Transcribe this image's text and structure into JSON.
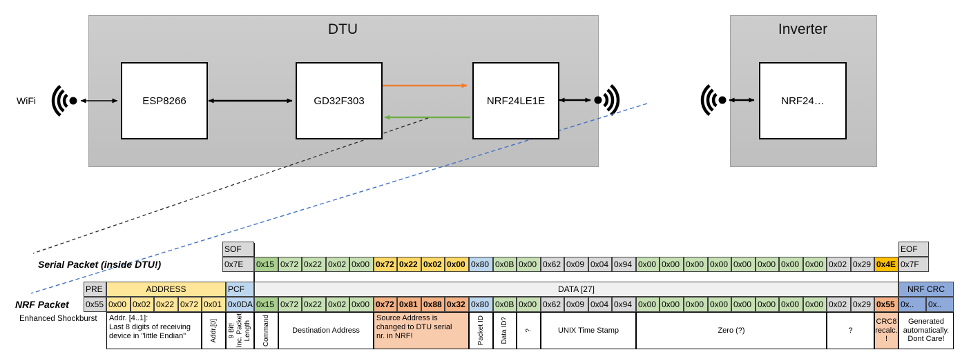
{
  "diagram": {
    "wifi_label": "WiFi",
    "dtu": {
      "title": "DTU",
      "components": [
        "ESP8266",
        "GD32F303",
        "NRF24LE1E"
      ]
    },
    "inverter": {
      "title": "Inverter",
      "component": "NRF24…"
    },
    "colors": {
      "orange_arrow": "#ED7D31",
      "green_arrow": "#70AD47",
      "blue_dashed": "#4472C4",
      "black_dashed": "#303030"
    }
  },
  "palette": {
    "gray": "#D9D9D9",
    "lightgray": "#F0F0F0",
    "yellow": "#FFE699",
    "gold": "#FFD966",
    "orange": "#FFC000",
    "blue": "#BDD7EE",
    "bluemed": "#8EAADB",
    "green": "#C6E0B4",
    "green2": "#A9D08E",
    "salmon": "#F4B183",
    "salmonlight": "#F8CBAD",
    "white": "#FFFFFF"
  },
  "serial_packet": {
    "label": "Serial Packet (inside DTU!)",
    "sof": {
      "header": "SOF",
      "value": "0x7E"
    },
    "eof": {
      "header": "EOF",
      "value": "0x7F"
    },
    "bytes": [
      {
        "v": "0x15",
        "c": "green2"
      },
      {
        "v": "0x72",
        "c": "green"
      },
      {
        "v": "0x22",
        "c": "green"
      },
      {
        "v": "0x02",
        "c": "green"
      },
      {
        "v": "0x00",
        "c": "green"
      },
      {
        "v": "0x72",
        "c": "gold",
        "b": true
      },
      {
        "v": "0x22",
        "c": "gold",
        "b": true
      },
      {
        "v": "0x02",
        "c": "gold",
        "b": true
      },
      {
        "v": "0x00",
        "c": "gold",
        "b": true
      },
      {
        "v": "0x80",
        "c": "blue"
      },
      {
        "v": "0x0B",
        "c": "green"
      },
      {
        "v": "0x00",
        "c": "green"
      },
      {
        "v": "0x62",
        "c": "gray"
      },
      {
        "v": "0x09",
        "c": "gray"
      },
      {
        "v": "0x04",
        "c": "gray"
      },
      {
        "v": "0x94",
        "c": "gray"
      },
      {
        "v": "0x00",
        "c": "green"
      },
      {
        "v": "0x00",
        "c": "green"
      },
      {
        "v": "0x00",
        "c": "green"
      },
      {
        "v": "0x00",
        "c": "green"
      },
      {
        "v": "0x00",
        "c": "green"
      },
      {
        "v": "0x00",
        "c": "green"
      },
      {
        "v": "0x00",
        "c": "green"
      },
      {
        "v": "0x00",
        "c": "green"
      },
      {
        "v": "0x02",
        "c": "gray"
      },
      {
        "v": "0x29",
        "c": "gray"
      },
      {
        "v": "0x4E",
        "c": "orange",
        "b": true
      }
    ]
  },
  "nrf_packet": {
    "label": "NRF Packet",
    "sublabel": "Enhanced Shockburst",
    "headers": {
      "pre": "PRE",
      "address": "ADDRESS",
      "pcf": "PCF",
      "data": "DATA [27]",
      "crc": "NRF CRC"
    },
    "pre": {
      "v": "0x55",
      "c": "gray"
    },
    "address": [
      {
        "v": "0x00",
        "c": "yellow"
      },
      {
        "v": "0x02",
        "c": "yellow"
      },
      {
        "v": "0x22",
        "c": "yellow"
      },
      {
        "v": "0x72",
        "c": "yellow"
      },
      {
        "v": "0x01",
        "c": "yellow"
      }
    ],
    "pcf": {
      "v": "0x0DA",
      "c": "blue"
    },
    "bytes": [
      {
        "v": "0x15",
        "c": "green2"
      },
      {
        "v": "0x72",
        "c": "green"
      },
      {
        "v": "0x22",
        "c": "green"
      },
      {
        "v": "0x02",
        "c": "green"
      },
      {
        "v": "0x00",
        "c": "green"
      },
      {
        "v": "0x72",
        "c": "salmon",
        "b": true
      },
      {
        "v": "0x81",
        "c": "salmon",
        "b": true
      },
      {
        "v": "0x88",
        "c": "salmon",
        "b": true
      },
      {
        "v": "0x32",
        "c": "salmon",
        "b": true
      },
      {
        "v": "0x80",
        "c": "blue"
      },
      {
        "v": "0x0B",
        "c": "green"
      },
      {
        "v": "0x00",
        "c": "green"
      },
      {
        "v": "0x62",
        "c": "gray"
      },
      {
        "v": "0x09",
        "c": "gray"
      },
      {
        "v": "0x04",
        "c": "gray"
      },
      {
        "v": "0x94",
        "c": "gray"
      },
      {
        "v": "0x00",
        "c": "green"
      },
      {
        "v": "0x00",
        "c": "green"
      },
      {
        "v": "0x00",
        "c": "green"
      },
      {
        "v": "0x00",
        "c": "green"
      },
      {
        "v": "0x00",
        "c": "green"
      },
      {
        "v": "0x00",
        "c": "green"
      },
      {
        "v": "0x00",
        "c": "green"
      },
      {
        "v": "0x00",
        "c": "green"
      },
      {
        "v": "0x02",
        "c": "gray"
      },
      {
        "v": "0x29",
        "c": "gray"
      },
      {
        "v": "0x55",
        "c": "salmon",
        "b": true
      }
    ],
    "crc": [
      {
        "v": "0x..",
        "c": "bluemed"
      },
      {
        "v": "0x..",
        "c": "bluemed"
      }
    ],
    "annotations": [
      {
        "area": "address",
        "span": 4,
        "style": "left",
        "bg": "white",
        "text": "Addr. [4..1]:\nLast 8 digits of receiving\ndevice in \"little Endian\""
      },
      {
        "area": "address",
        "span": 1,
        "style": "vertical",
        "bg": "white",
        "text": "Addr.[0]"
      },
      {
        "area": "pcf",
        "span": 1,
        "style": "vertical",
        "bg": "white",
        "text": "9 Bit!\nInc. Packet\nLength"
      },
      {
        "area": "data",
        "span": 1,
        "style": "vertical",
        "bg": "white",
        "text": "Command"
      },
      {
        "area": "data",
        "span": 4,
        "style": "center",
        "bg": "white",
        "text": "Destination Address"
      },
      {
        "area": "data",
        "span": 4,
        "style": "left",
        "bg": "salmonlight",
        "text": "Source Address is\nchanged to DTU serial\nnr. in NRF!"
      },
      {
        "area": "data",
        "span": 1,
        "style": "vertical",
        "bg": "white",
        "text": "Packet ID"
      },
      {
        "area": "data",
        "span": 1,
        "style": "vertical",
        "bg": "white",
        "text": "Data ID?"
      },
      {
        "area": "data",
        "span": 1,
        "style": "vertical",
        "bg": "white",
        "text": "?"
      },
      {
        "area": "data",
        "span": 4,
        "style": "center",
        "bg": "white",
        "text": "UNIX Time Stamp"
      },
      {
        "area": "data",
        "span": 8,
        "style": "center",
        "bg": "white",
        "text": "Zero (?)"
      },
      {
        "area": "data",
        "span": 2,
        "style": "center",
        "bg": "white",
        "text": "?"
      },
      {
        "area": "data",
        "span": 1,
        "style": "center",
        "bg": "salmonlight",
        "text": "CRC8\nrecalc.\n!"
      },
      {
        "area": "crc",
        "span": 2,
        "style": "center",
        "bg": "white",
        "text": "Generated\nautomatically.\nDont Care!"
      }
    ]
  }
}
